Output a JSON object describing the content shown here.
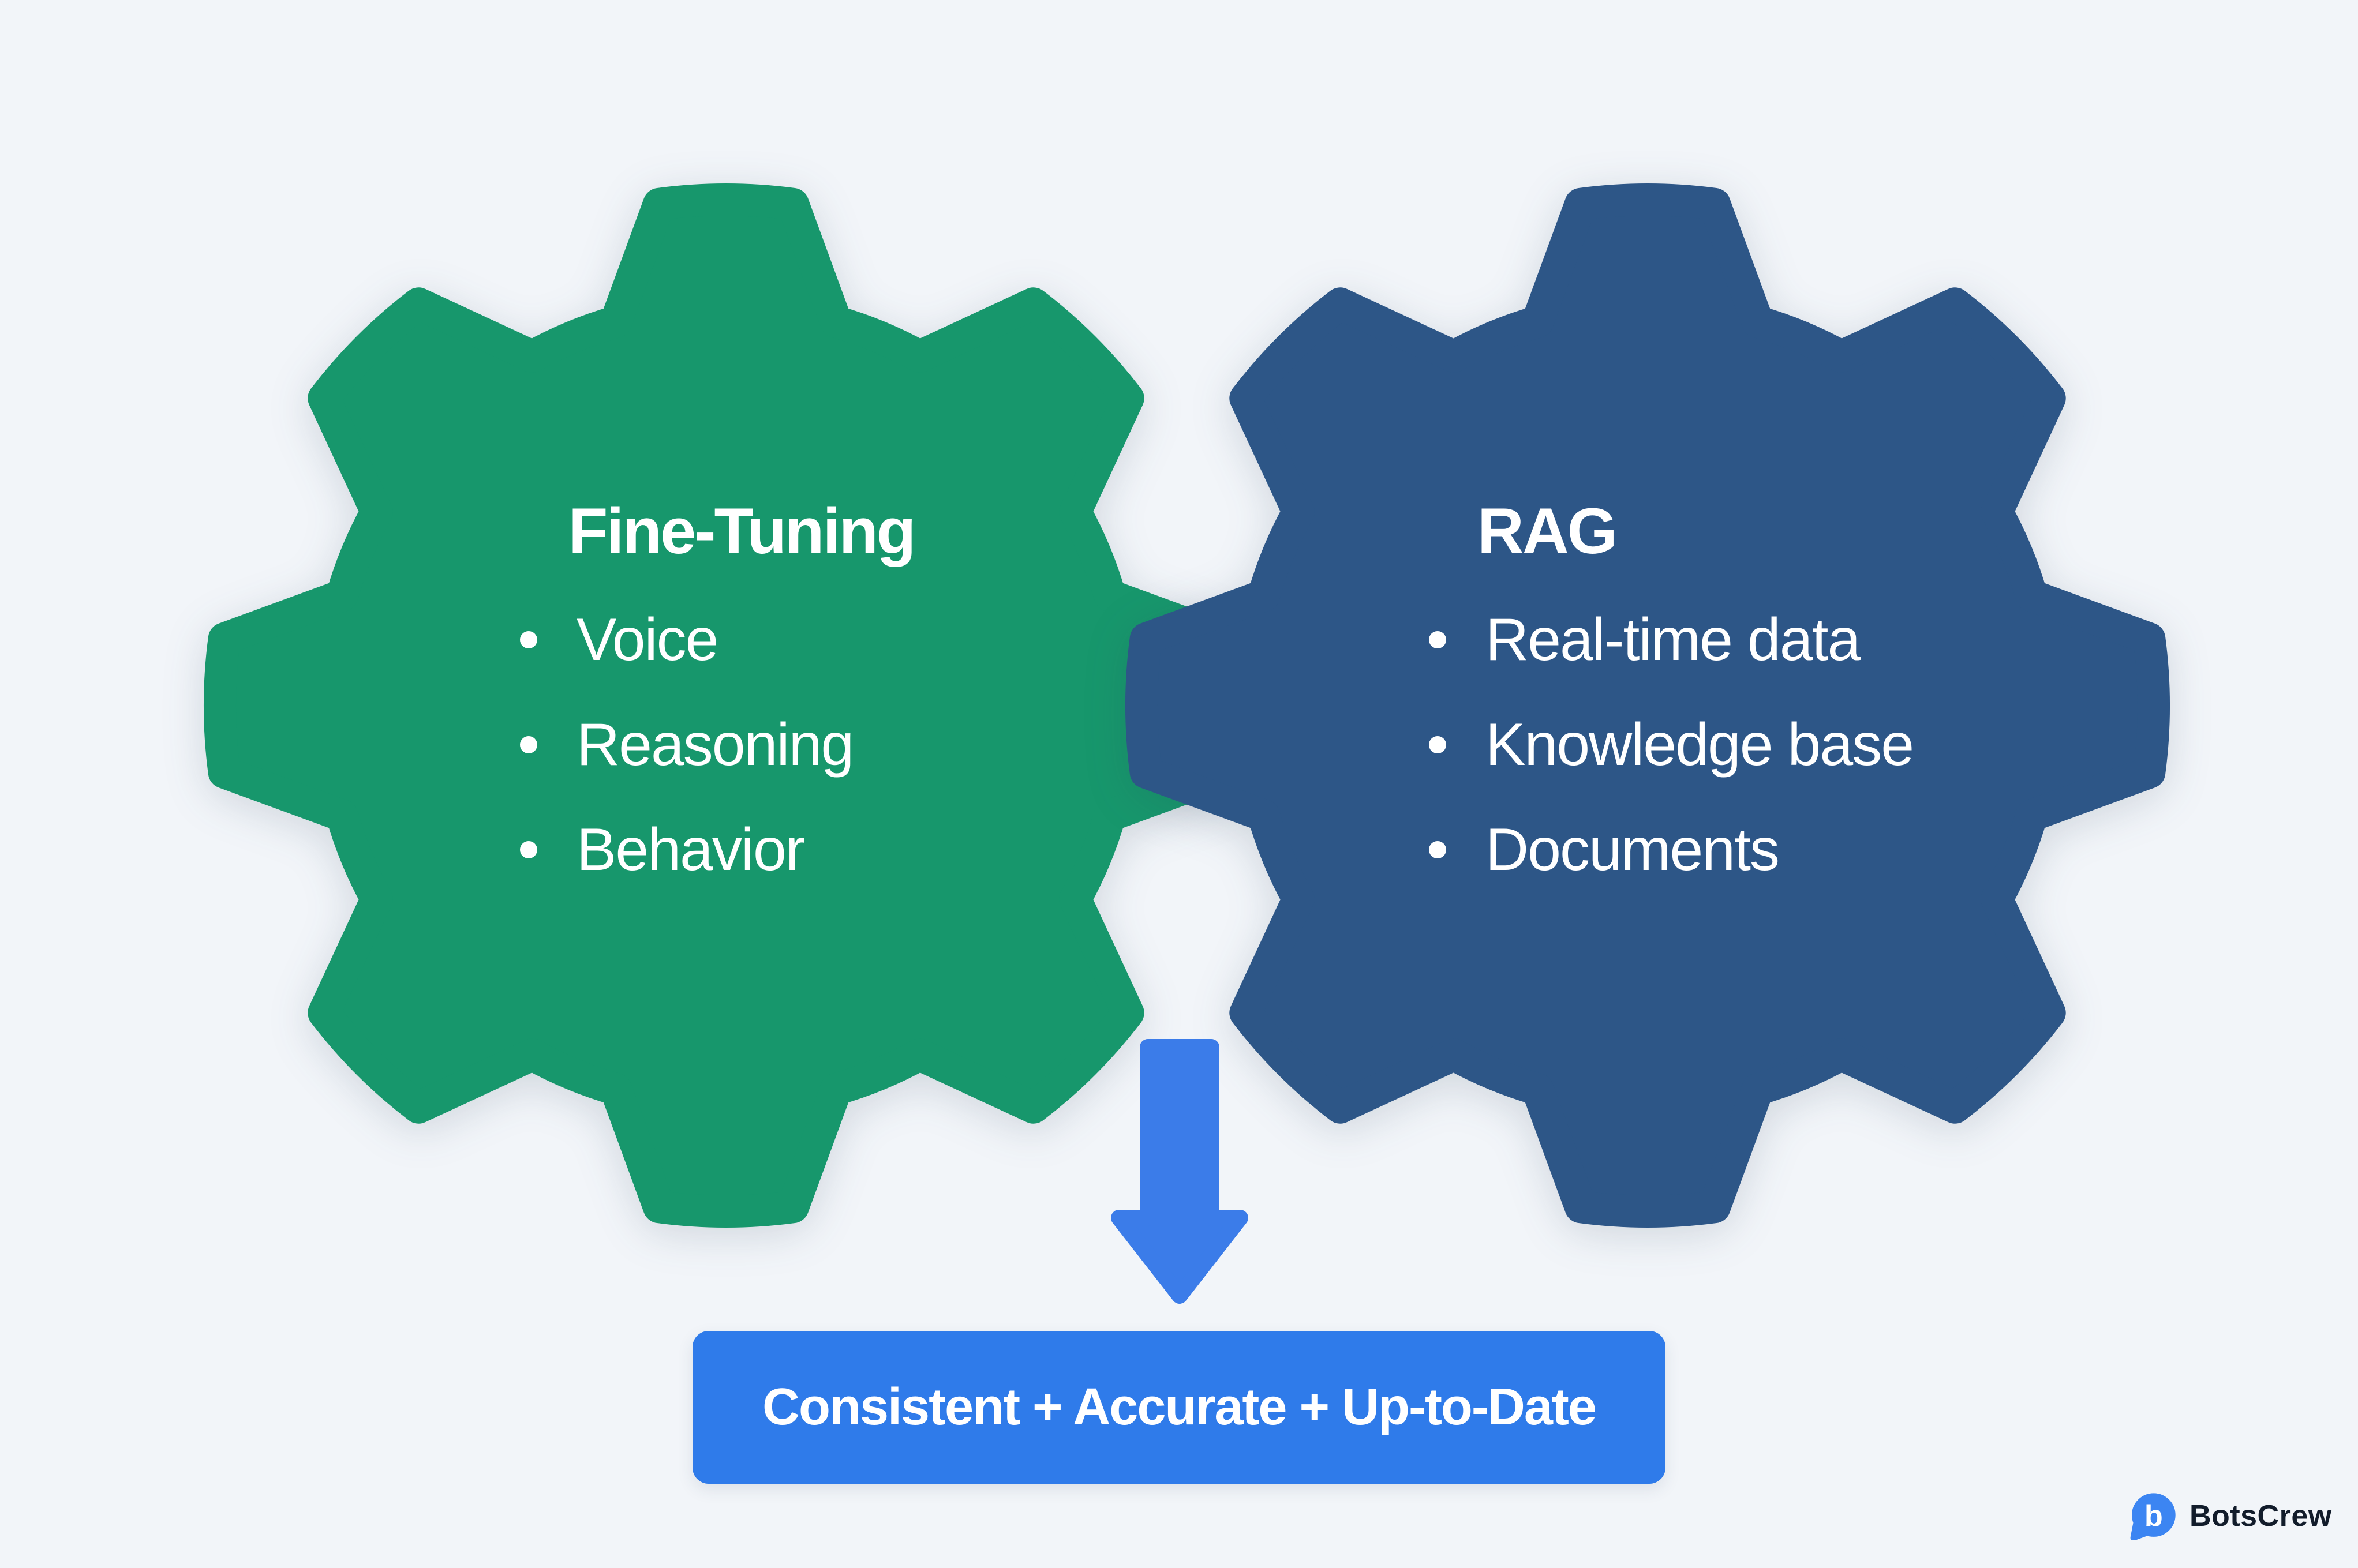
{
  "colors": {
    "background": "#f2f5f9",
    "fine_tuning_gear": "#17976c",
    "rag_gear": "#2d5687",
    "arrow": "#3b7ce9",
    "banner_background": "#2f7bea",
    "text_on_shapes": "#ffffff",
    "logo_bubble": "#3c85f2",
    "logo_text": "#121c2b"
  },
  "fine_tuning_gear": {
    "title": "Fine-Tuning",
    "items": [
      "Voice",
      "Reasoning",
      "Behavior"
    ]
  },
  "rag_gear": {
    "title": "RAG",
    "items": [
      "Real-time data",
      "Knowledge base",
      "Documents"
    ]
  },
  "banner": {
    "label": "Consistent + Accurate + Up-to-Date"
  },
  "logo": {
    "brand": "BotsCrew",
    "monogram": "b"
  }
}
